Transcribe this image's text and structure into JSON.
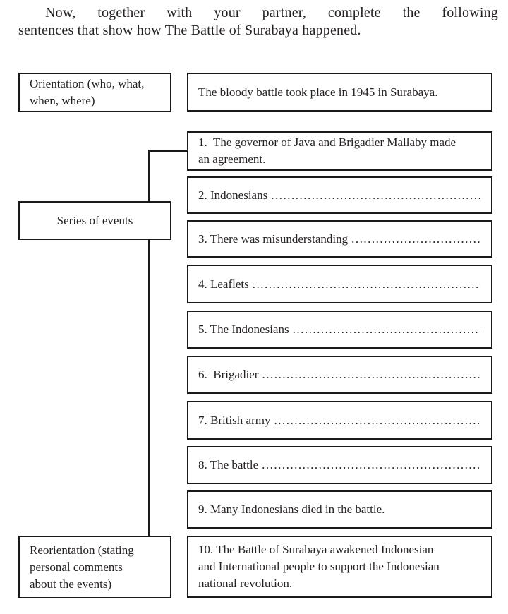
{
  "intro": {
    "line1": "Now, together with your partner, complete the following",
    "line2": "sentences that show how The Battle of Surabaya happened."
  },
  "diagram": {
    "left": [
      {
        "label": "Orientation (who, what,\nwhen, where)"
      },
      {
        "label": "Series of events"
      },
      {
        "label": "Reorientation (stating\npersonal comments\nabout the events)"
      }
    ],
    "rows": [
      {
        "text": "The bloody battle took place in 1945 in Surabaya."
      },
      {
        "text": "1.  The governor of Java and Brigadier Mallaby made\nan agreement."
      },
      {
        "label": "2. Indonesians",
        "dots": "........................................................................................................................................"
      },
      {
        "label": "3. There was misunderstanding",
        "dots": "........................................................................................................................................"
      },
      {
        "label": "4. Leaflets",
        "dots": "........................................................................................................................................"
      },
      {
        "label": "5. The Indonesians",
        "dots": "........................................................................................................................................"
      },
      {
        "label": "6.  Brigadier",
        "dots": "........................................................................................................................................"
      },
      {
        "label": "7. British army",
        "dots": "........................................................................................................................................"
      },
      {
        "label": "8. The battle",
        "dots": "........................................................................................................................................"
      },
      {
        "text": "9. Many Indonesians died in the battle."
      },
      {
        "text": "10. The Battle of Surabaya awakened Indonesian\nand International people to support the Indonesian\nnational revolution."
      }
    ]
  }
}
